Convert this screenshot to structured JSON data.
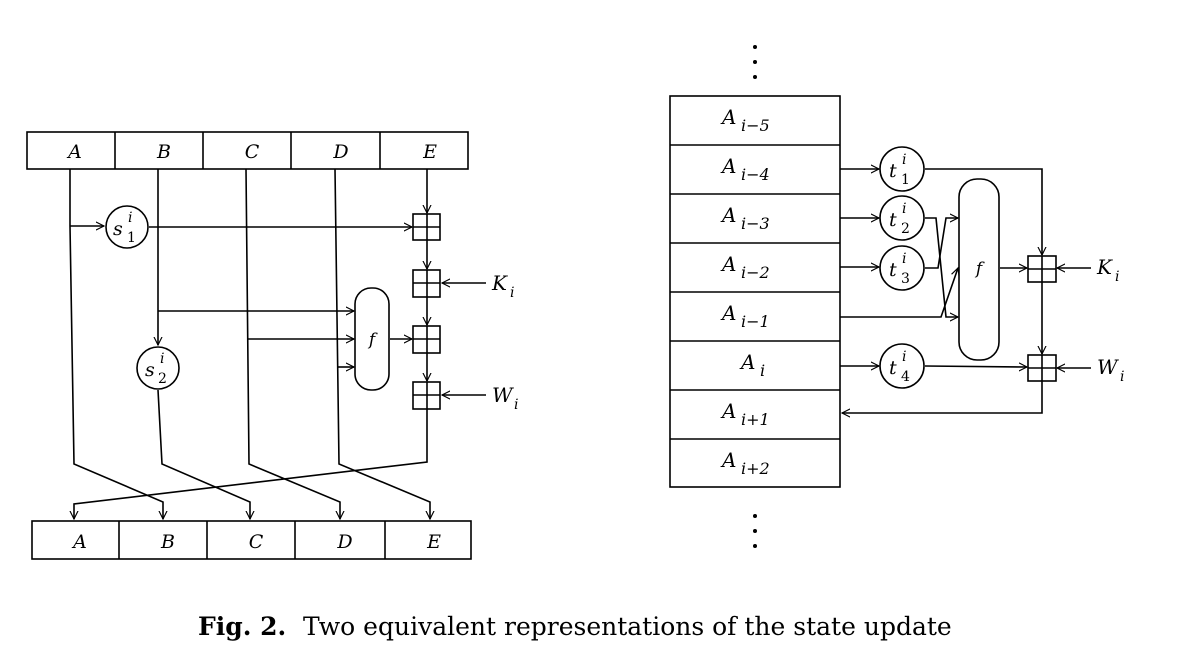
{
  "left": {
    "top_cells": [
      "A",
      "B",
      "C",
      "D",
      "E"
    ],
    "bottom_cells": [
      "A",
      "B",
      "C",
      "D",
      "E"
    ],
    "s1": {
      "base": "s",
      "sup": "i",
      "sub": "1"
    },
    "s2": {
      "base": "s",
      "sup": "i",
      "sub": "2"
    },
    "f": "f",
    "K": {
      "base": "K",
      "sub": "i"
    },
    "W": {
      "base": "W",
      "sub": "i"
    }
  },
  "right": {
    "cells": [
      {
        "base": "A",
        "sub": "i−5"
      },
      {
        "base": "A",
        "sub": "i−4"
      },
      {
        "base": "A",
        "sub": "i−3"
      },
      {
        "base": "A",
        "sub": "i−2"
      },
      {
        "base": "A",
        "sub": "i−1"
      },
      {
        "base": "A",
        "sub": "i"
      },
      {
        "base": "A",
        "sub": "i+1"
      },
      {
        "base": "A",
        "sub": "i+2"
      }
    ],
    "t1": {
      "base": "t",
      "sup": "i",
      "sub": "1"
    },
    "t2": {
      "base": "t",
      "sup": "i",
      "sub": "2"
    },
    "t3": {
      "base": "t",
      "sup": "i",
      "sub": "3"
    },
    "t4": {
      "base": "t",
      "sup": "i",
      "sub": "4"
    },
    "f": "f",
    "K": {
      "base": "K",
      "sub": "i"
    },
    "W": {
      "base": "W",
      "sub": "i"
    }
  },
  "caption": {
    "label": "Fig. 2.",
    "text": "Two equivalent representations of the state update"
  }
}
